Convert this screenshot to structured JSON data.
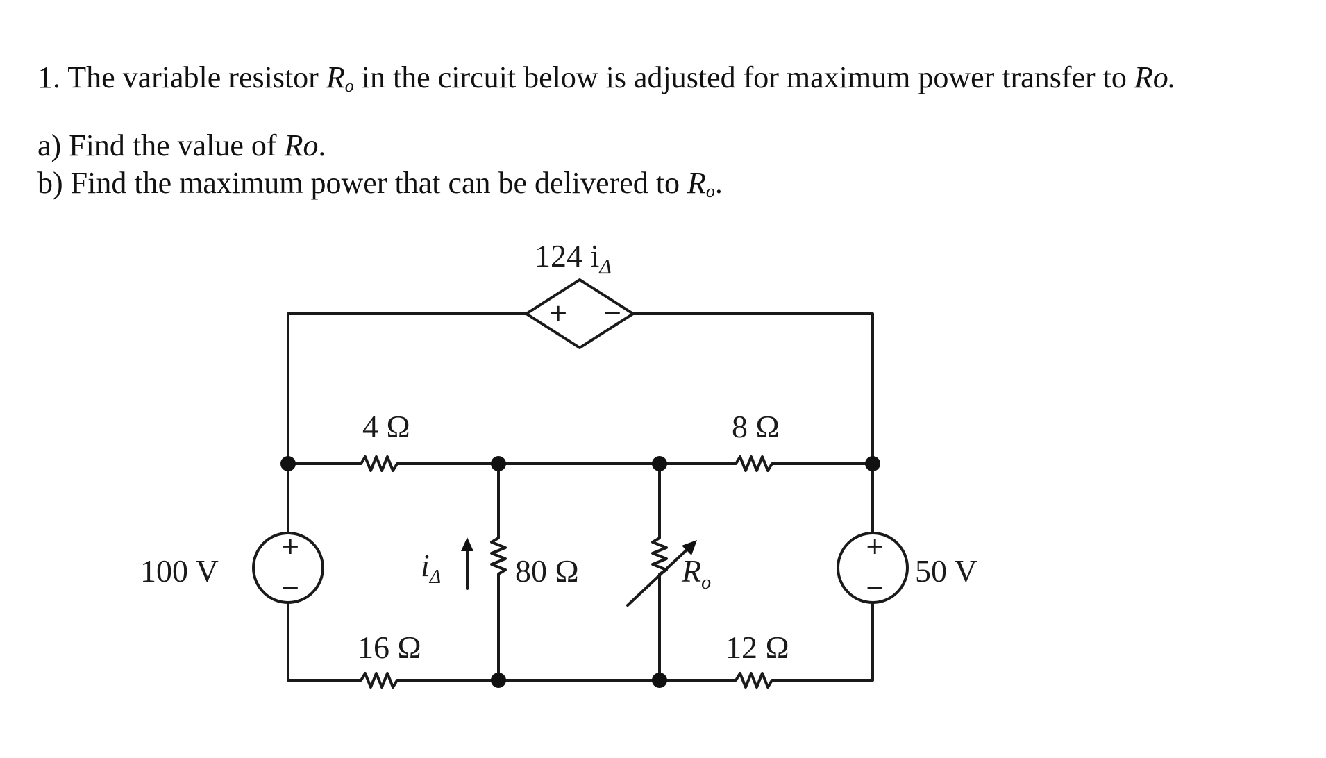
{
  "problem": {
    "q1_pre": "1. The variable resistor ",
    "q1_sym": "R",
    "q1_sub": "o",
    "q1_mid": " in the circuit below is adjusted for maximum power transfer to ",
    "q1_end": "Ro.",
    "qa_pre": "a) Find the value of ",
    "qa_sym": "Ro",
    "qa_end": ".",
    "qb_pre": "b) Find the maximum power that can be delivered to ",
    "qb_sym": "R",
    "qb_sub": "o",
    "qb_end": "."
  },
  "circuit": {
    "dep_source_label": "124 i",
    "dep_source_sub": "Δ",
    "dep_plus": "+",
    "dep_minus": "−",
    "r4": "4 Ω",
    "r8": "8 Ω",
    "r16": "16 Ω",
    "r12": "12 Ω",
    "r80": "80 Ω",
    "ro_sym": "R",
    "ro_sub": "o",
    "i_delta": "i",
    "i_delta_sub": "Δ",
    "v100": "100 V",
    "v50": "50 V",
    "src_plus": "+",
    "src_minus": "−"
  }
}
